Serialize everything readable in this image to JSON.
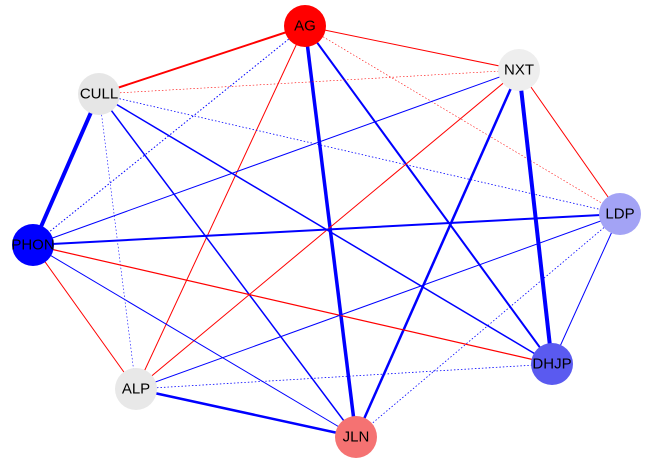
{
  "graph": {
    "nodes": [
      {
        "id": "AG",
        "label": "AG",
        "color": "#ff0000"
      },
      {
        "id": "NXT",
        "label": "NXT",
        "color": "#eeeeee"
      },
      {
        "id": "CULL",
        "label": "CULL",
        "color": "#e6e6e6"
      },
      {
        "id": "LDP",
        "label": "LDP",
        "color": "#a3a3f5"
      },
      {
        "id": "PHON",
        "label": "PHON",
        "color": "#0000ff"
      },
      {
        "id": "DHJP",
        "label": "DHJP",
        "color": "#5a5af0"
      },
      {
        "id": "ALP",
        "label": "ALP",
        "color": "#e8e8e8"
      },
      {
        "id": "JLN",
        "label": "JLN",
        "color": "#f57272"
      }
    ],
    "edges": [
      {
        "source": "AG",
        "target": "CULL",
        "sign": "positive",
        "weight": 2,
        "style": "solid"
      },
      {
        "source": "AG",
        "target": "NXT",
        "sign": "positive",
        "weight": 1,
        "style": "solid"
      },
      {
        "source": "AG",
        "target": "LDP",
        "sign": "positive",
        "weight": 0.6,
        "style": "dotted"
      },
      {
        "source": "AG",
        "target": "PHON",
        "sign": "negative",
        "weight": 1,
        "style": "dotted"
      },
      {
        "source": "AG",
        "target": "ALP",
        "sign": "positive",
        "weight": 1,
        "style": "solid"
      },
      {
        "source": "AG",
        "target": "JLN",
        "sign": "negative",
        "weight": 3.5,
        "style": "solid"
      },
      {
        "source": "AG",
        "target": "DHJP",
        "sign": "negative",
        "weight": 2,
        "style": "solid"
      },
      {
        "source": "CULL",
        "target": "NXT",
        "sign": "positive",
        "weight": 0.6,
        "style": "dotted"
      },
      {
        "source": "CULL",
        "target": "PHON",
        "sign": "negative",
        "weight": 4,
        "style": "solid"
      },
      {
        "source": "CULL",
        "target": "LDP",
        "sign": "negative",
        "weight": 0.8,
        "style": "dotted"
      },
      {
        "source": "CULL",
        "target": "ALP",
        "sign": "negative",
        "weight": 0.6,
        "style": "dotted"
      },
      {
        "source": "CULL",
        "target": "JLN",
        "sign": "negative",
        "weight": 1.5,
        "style": "solid"
      },
      {
        "source": "CULL",
        "target": "DHJP",
        "sign": "negative",
        "weight": 1.5,
        "style": "solid"
      },
      {
        "source": "NXT",
        "target": "LDP",
        "sign": "positive",
        "weight": 1,
        "style": "solid"
      },
      {
        "source": "NXT",
        "target": "PHON",
        "sign": "negative",
        "weight": 1,
        "style": "solid"
      },
      {
        "source": "NXT",
        "target": "DHJP",
        "sign": "negative",
        "weight": 4,
        "style": "solid"
      },
      {
        "source": "NXT",
        "target": "JLN",
        "sign": "negative",
        "weight": 2.5,
        "style": "solid"
      },
      {
        "source": "NXT",
        "target": "ALP",
        "sign": "positive",
        "weight": 1,
        "style": "solid"
      },
      {
        "source": "PHON",
        "target": "LDP",
        "sign": "negative",
        "weight": 2,
        "style": "solid"
      },
      {
        "source": "PHON",
        "target": "DHJP",
        "sign": "positive",
        "weight": 1.2,
        "style": "solid"
      },
      {
        "source": "PHON",
        "target": "ALP",
        "sign": "positive",
        "weight": 1,
        "style": "solid"
      },
      {
        "source": "PHON",
        "target": "JLN",
        "sign": "negative",
        "weight": 1,
        "style": "solid"
      },
      {
        "source": "LDP",
        "target": "DHJP",
        "sign": "negative",
        "weight": 1,
        "style": "solid"
      },
      {
        "source": "LDP",
        "target": "ALP",
        "sign": "negative",
        "weight": 1,
        "style": "solid"
      },
      {
        "source": "LDP",
        "target": "JLN",
        "sign": "negative",
        "weight": 0.8,
        "style": "dotted"
      },
      {
        "source": "ALP",
        "target": "DHJP",
        "sign": "negative",
        "weight": 0.8,
        "style": "dotted"
      },
      {
        "source": "ALP",
        "target": "JLN",
        "sign": "negative",
        "weight": 2.5,
        "style": "solid"
      }
    ]
  },
  "colors": {
    "positive": "#ff0000",
    "negative": "#0000ff"
  }
}
